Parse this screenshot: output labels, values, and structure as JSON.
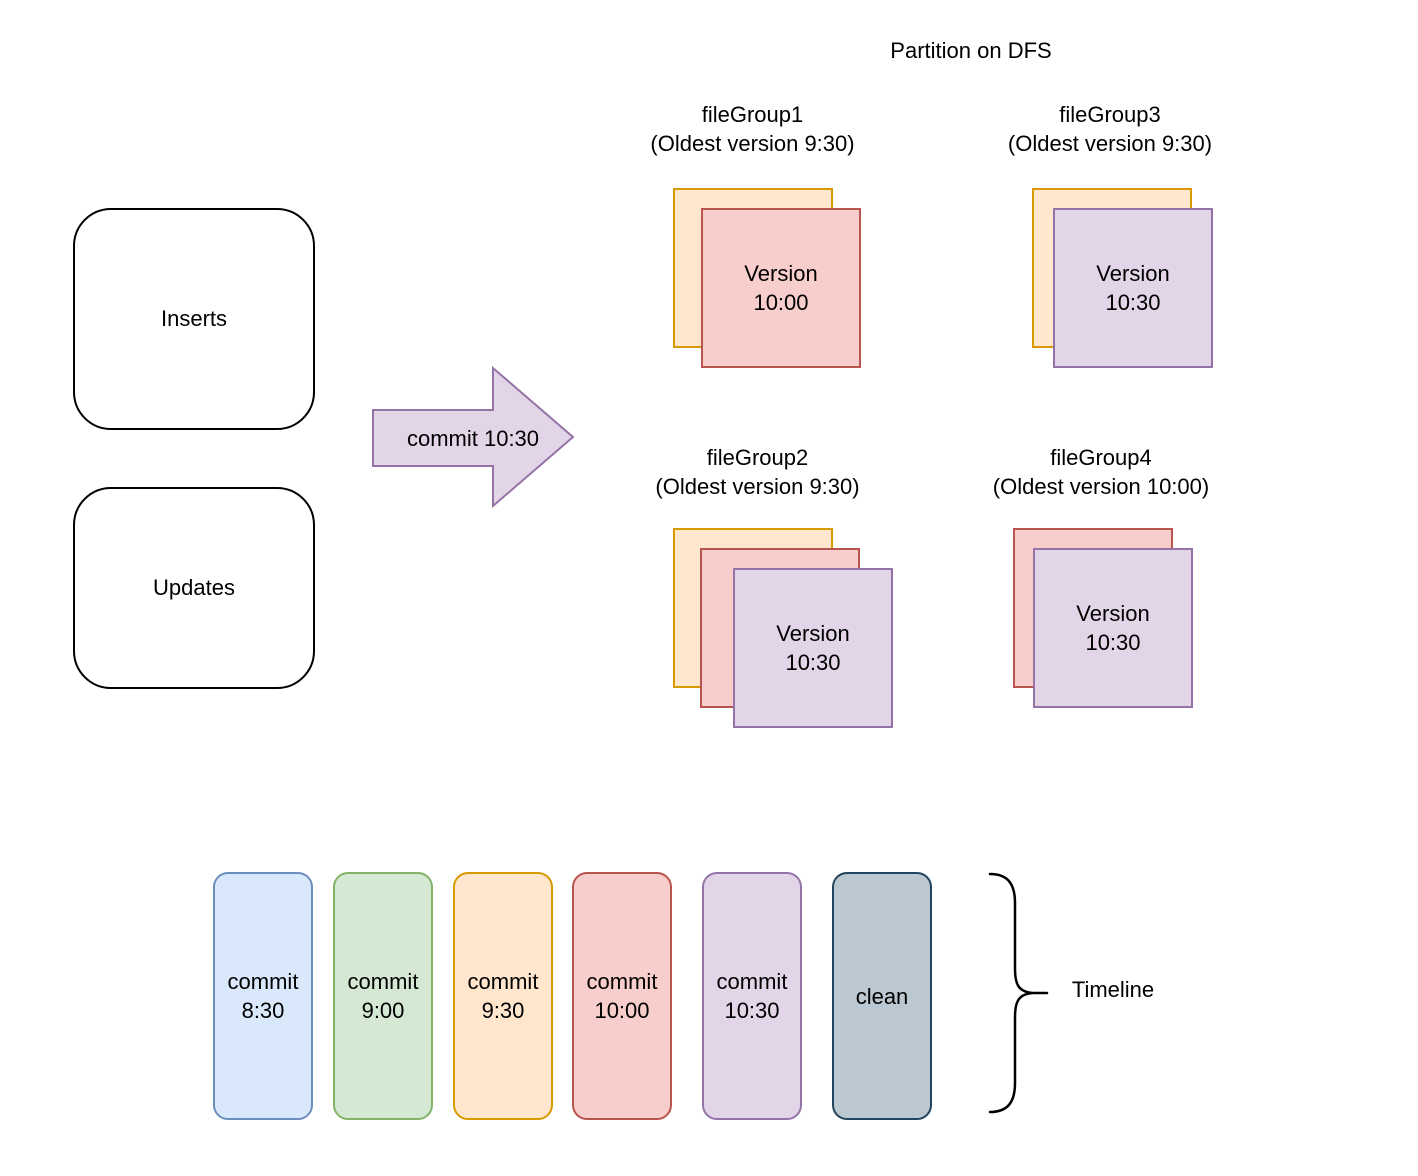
{
  "title": "Partition on DFS",
  "inputs": {
    "inserts": "Inserts",
    "updates": "Updates"
  },
  "commit_arrow": {
    "label": "commit 10:30"
  },
  "file_groups": [
    {
      "name": "fileGroup1",
      "oldest": "(Oldest version 9:30)",
      "version": "Version\n10:00"
    },
    {
      "name": "fileGroup2",
      "oldest": "(Oldest version 9:30)",
      "version": "Version\n10:30"
    },
    {
      "name": "fileGroup3",
      "oldest": "(Oldest version 9:30)",
      "version": "Version\n10:30"
    },
    {
      "name": "fileGroup4",
      "oldest": "(Oldest version 10:00)",
      "version": "Version\n10:30"
    }
  ],
  "timeline": {
    "label": "Timeline",
    "events": [
      "commit\n8:30",
      "commit\n9:00",
      "commit\n9:30",
      "commit\n10:00",
      "commit\n10:30",
      "clean"
    ]
  },
  "palette": {
    "orange": {
      "fill": "#FFE6CC",
      "stroke": "#D79B00"
    },
    "red": {
      "fill": "#F8CECC",
      "stroke": "#B85450"
    },
    "purple": {
      "fill": "#E1D5E7",
      "stroke": "#9673A6"
    },
    "blue": {
      "fill": "#DAE8FC",
      "stroke": "#6C8EBF"
    },
    "green": {
      "fill": "#D5E8D4",
      "stroke": "#82B366"
    },
    "blue_gray": {
      "fill": "#BCC8D1",
      "stroke": "#23445D"
    },
    "text": "#000000",
    "box_border": "#000000"
  }
}
